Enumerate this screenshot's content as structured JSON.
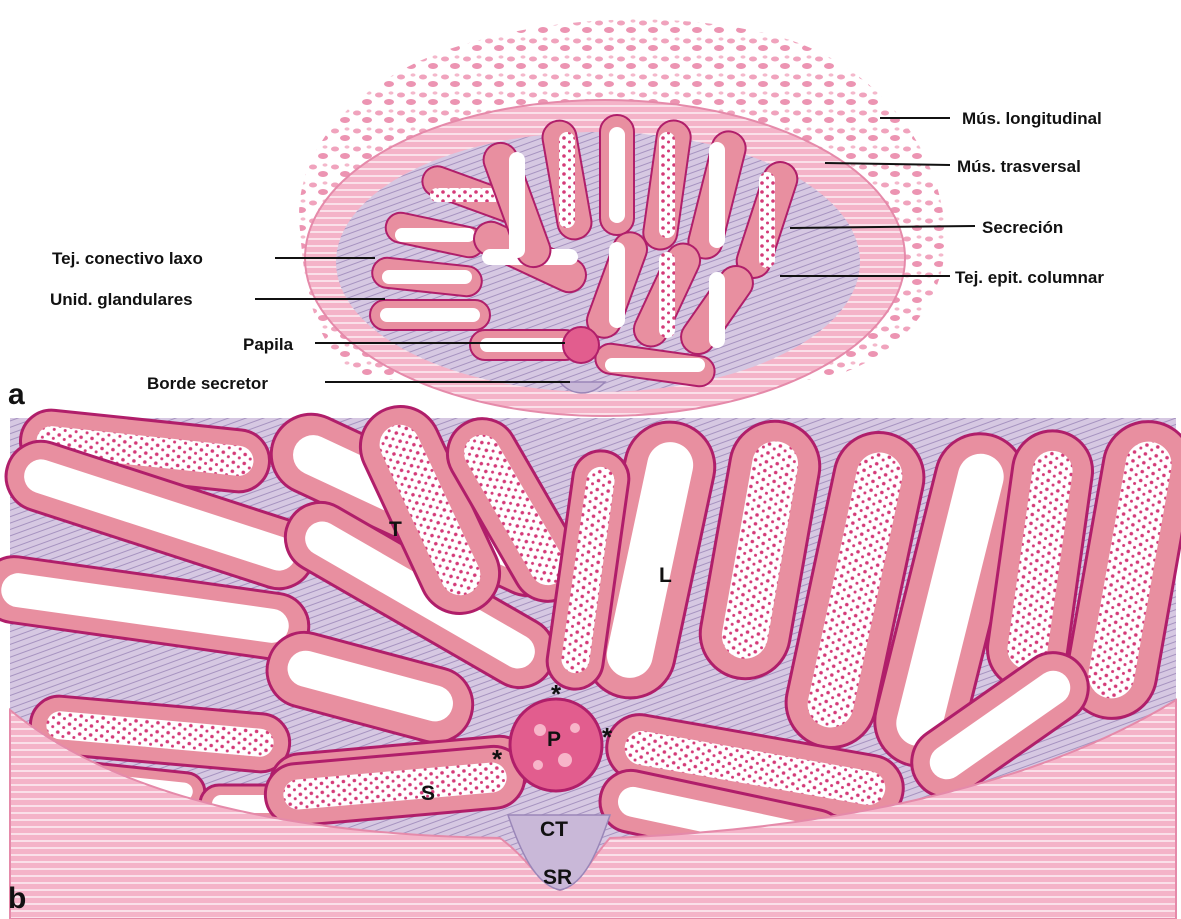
{
  "panel_a": {
    "letter": "a",
    "labels": {
      "mus_longitudinal": "Mús. longitudinal",
      "mus_trasversal": "Mús. trasversal",
      "secrecion": "Secreción",
      "tej_epit_columnar": "Tej. epit. columnar",
      "tej_conectivo_laxo": "Tej. conectivo laxo",
      "unid_glandulares": "Unid. glandulares",
      "papila": "Papila",
      "borde_secretor": "Borde secretor"
    }
  },
  "panel_b": {
    "letter": "b",
    "codes": {
      "T": "T",
      "L": "L",
      "P": "P",
      "S": "S",
      "CT": "CT",
      "SR": "SR"
    },
    "star": "*"
  },
  "colors": {
    "muscle": "#f2a7c0",
    "muscle_dark": "#e58aaa",
    "connective": "#c9b8d8",
    "epithelium": "#e88fa0",
    "epithelium_edge": "#b01e6a",
    "lumen": "#ffffff",
    "secretion_dot": "#d43a78",
    "papilla": "#e25d8e"
  }
}
